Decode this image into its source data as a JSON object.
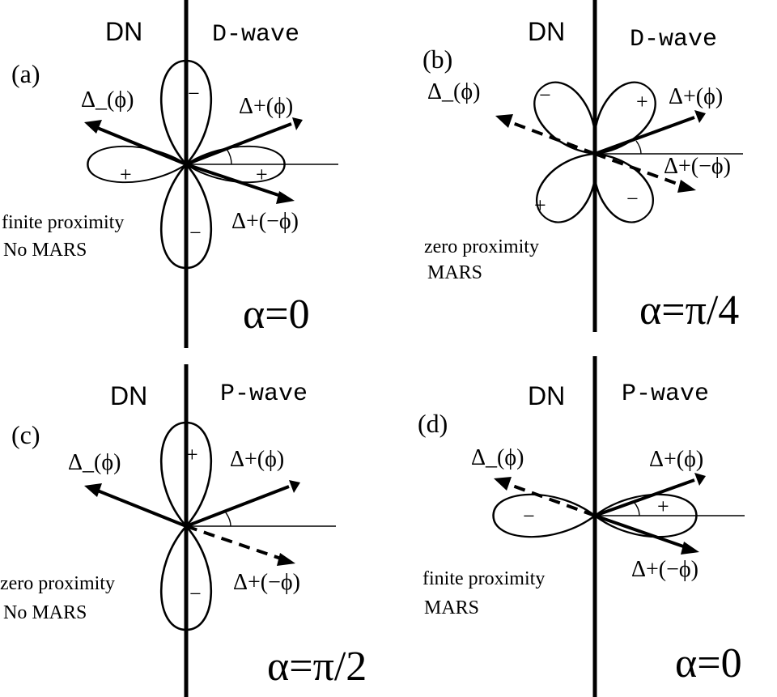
{
  "panels": [
    {
      "id": "a",
      "label": "(a)",
      "left_side": "DN",
      "right_side": "D-wave",
      "delta_minus": "Δ_(ϕ)",
      "delta_plus": "Δ+(ϕ)",
      "delta_plus_neg": "Δ+(−ϕ)",
      "proximity": "finite proximity",
      "mars": "No MARS",
      "alpha": "α=0",
      "lobe_signs": [
        "−",
        "+",
        "+",
        "−"
      ]
    },
    {
      "id": "b",
      "label": "(b)",
      "left_side": "DN",
      "right_side": "D-wave",
      "delta_minus": "Δ_(ϕ)",
      "delta_plus": "Δ+(ϕ)",
      "delta_plus_neg": "Δ+(−ϕ)",
      "proximity": "zero proximity",
      "mars": "MARS",
      "alpha": "α=π/4",
      "lobe_signs": [
        "−",
        "+",
        "+",
        "−"
      ]
    },
    {
      "id": "c",
      "label": "(c)",
      "left_side": "DN",
      "right_side": "P-wave",
      "delta_minus": "Δ_(ϕ)",
      "delta_plus": "Δ+(ϕ)",
      "delta_plus_neg": "Δ+(−ϕ)",
      "proximity": "zero proximity",
      "mars": "No MARS",
      "alpha": "α=π/2",
      "lobe_signs": [
        "+",
        "−"
      ]
    },
    {
      "id": "d",
      "label": "(d)",
      "left_side": "DN",
      "right_side": "P-wave",
      "delta_minus": "Δ_(ϕ)",
      "delta_plus": "Δ+(ϕ)",
      "delta_plus_neg": "Δ+(−ϕ)",
      "proximity": "finite proximity",
      "mars": "MARS",
      "alpha": "α=0",
      "lobe_signs": [
        "−",
        "+"
      ]
    }
  ]
}
